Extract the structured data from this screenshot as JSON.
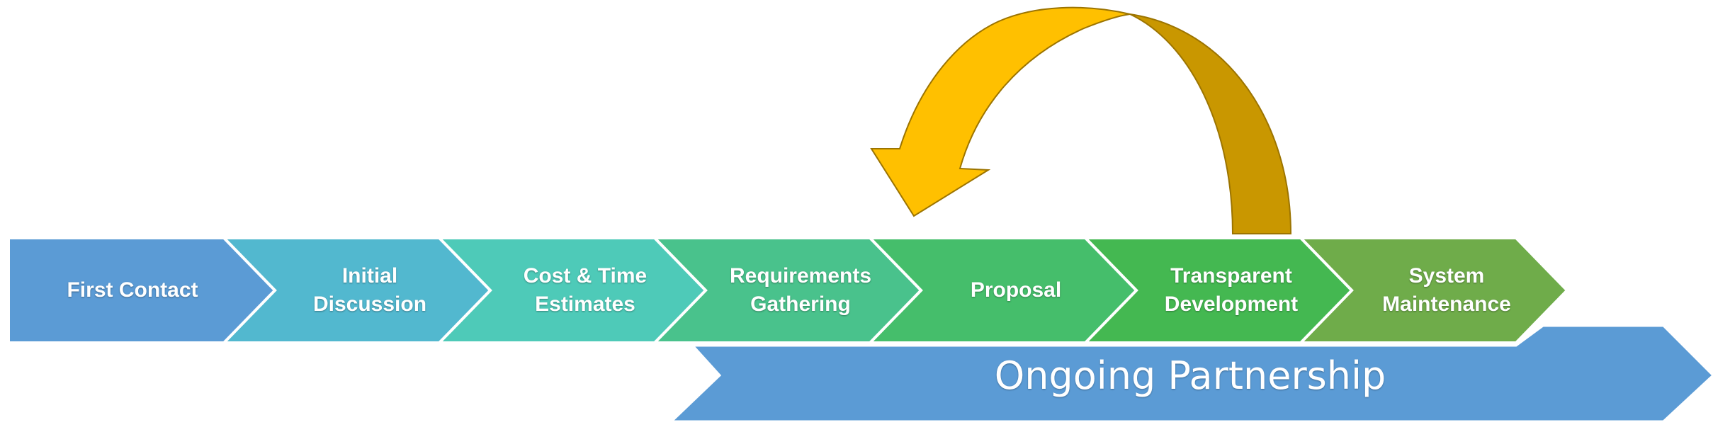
{
  "steps": [
    {
      "line1": "First Contact",
      "line2": "",
      "color": "#5B9BD5"
    },
    {
      "line1": "Initial",
      "line2": "Discussion",
      "color": "#52B8CF"
    },
    {
      "line1": "Cost & Time",
      "line2": "Estimates",
      "color": "#4ECAB8"
    },
    {
      "line1": "Requirements",
      "line2": "Gathering",
      "color": "#49C28C"
    },
    {
      "line1": "Proposal",
      "line2": "",
      "color": "#45BE6B"
    },
    {
      "line1": "Transparent",
      "line2": "Development",
      "color": "#44B851"
    },
    {
      "line1": "System",
      "line2": "Maintenance",
      "color": "#6FAC4A"
    }
  ],
  "partnership": {
    "label": "Ongoing Partnership",
    "color": "#5B9BD5"
  },
  "loop_arrow": {
    "front_color": "#FFC000",
    "back_color": "#C99700",
    "outline_color": "#9C7400"
  }
}
